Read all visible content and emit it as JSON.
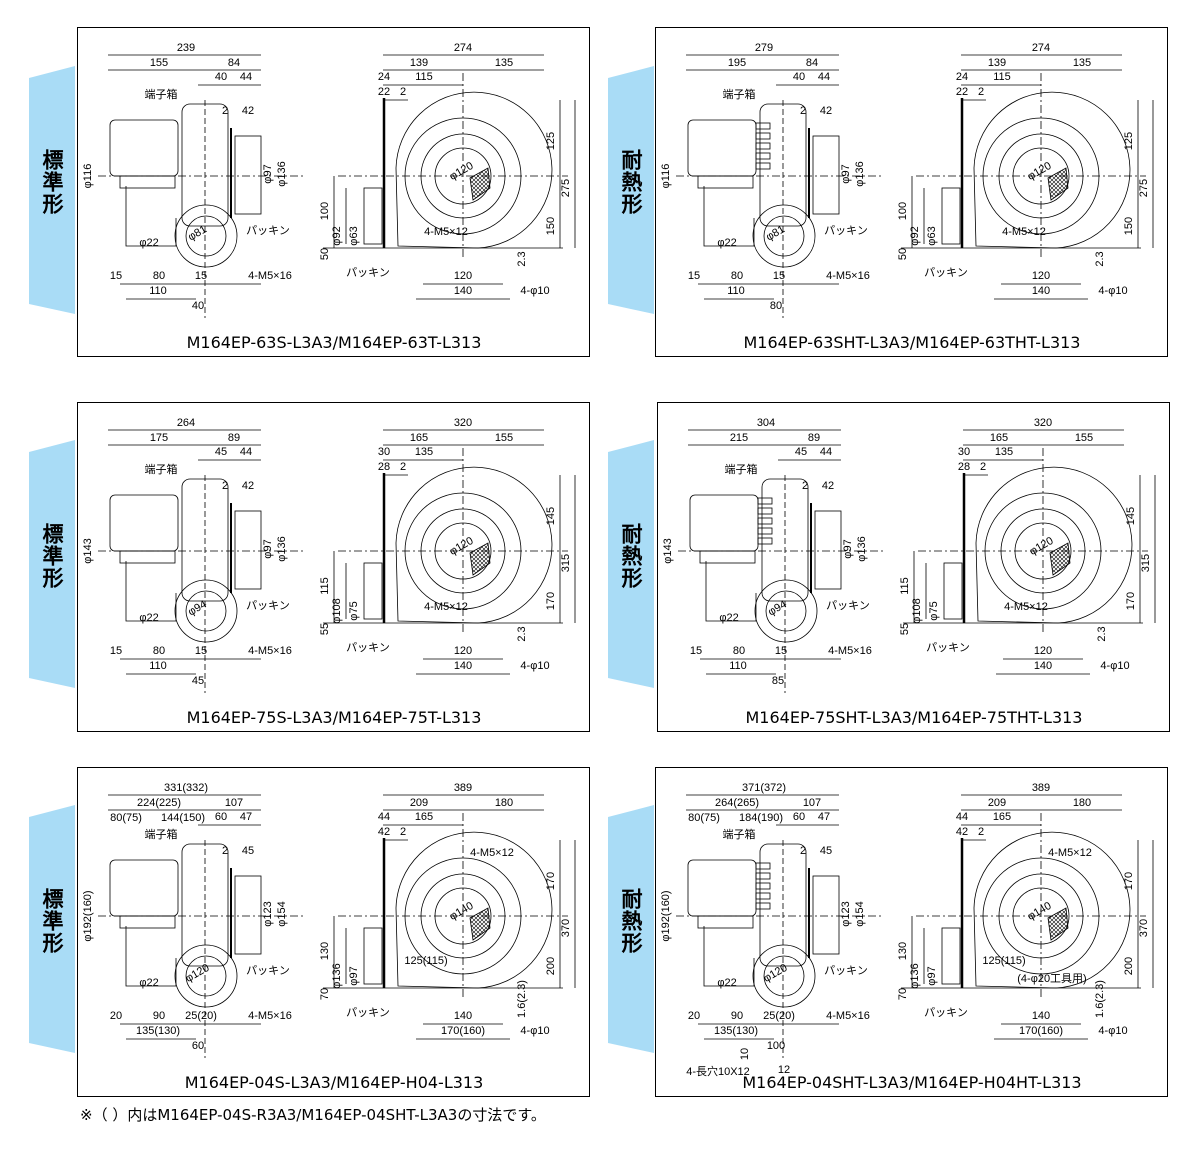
{
  "colors": {
    "tab": "#a9dcf6",
    "line": "#000000"
  },
  "panels": [
    {
      "tag": "標準形",
      "caption": "M164EP-63S-L3A3/M164EP-63T-L313",
      "side": {
        "overall": "239",
        "motor_len": "155",
        "fan_len": "84",
        "a": "40",
        "b": "44",
        "c": "2",
        "d": "42",
        "dia_motor": "φ116",
        "dia_out_in": "φ97",
        "dia_out_out": "φ136",
        "terminal_box": "端子箱",
        "dia_cable": "φ22",
        "dia_inlet": "φ81",
        "gasket": "パッキン",
        "inlet_screws": "4-M5×16",
        "foot_l": "15",
        "foot_c": "80",
        "foot_r": "15",
        "foot_total": "110",
        "inlet_offset": "40"
      },
      "front": {
        "overall": "274",
        "left": "139",
        "right": "135",
        "a": "24",
        "b": "115",
        "c": "22",
        "d": "2",
        "h_top": "125",
        "h_total": "275",
        "h_bottom": "150",
        "dia_impeller": "φ120",
        "h_outlet": "100",
        "dia_flange": "φ92",
        "dia_outlet": "φ63",
        "h_low": "50",
        "screws": "4-M5×12",
        "gasket": "パッキン",
        "foot_h": "2.3",
        "foot_in": "120",
        "foot_out": "140",
        "holes": "4-φ10"
      }
    },
    {
      "tag": "耐熱形",
      "caption": "M164EP-63SHT-L3A3/M164EP-63THT-L313",
      "side": {
        "overall": "279",
        "motor_len": "195",
        "fan_len": "84",
        "a": "40",
        "b": "44",
        "c": "2",
        "d": "42",
        "dia_motor": "φ116",
        "dia_out_in": "φ97",
        "dia_out_out": "φ136",
        "terminal_box": "端子箱",
        "dia_cable": "φ22",
        "dia_inlet": "φ81",
        "gasket": "パッキン",
        "inlet_screws": "4-M5×16",
        "foot_l": "15",
        "foot_c": "80",
        "foot_r": "15",
        "foot_total": "110",
        "inlet_offset": "80"
      },
      "front": {
        "overall": "274",
        "left": "139",
        "right": "135",
        "a": "24",
        "b": "115",
        "c": "22",
        "d": "2",
        "h_top": "125",
        "h_total": "275",
        "h_bottom": "150",
        "dia_impeller": "φ120",
        "h_outlet": "100",
        "dia_flange": "φ92",
        "dia_outlet": "φ63",
        "h_low": "50",
        "screws": "4-M5×12",
        "gasket": "パッキン",
        "foot_h": "2.3",
        "foot_in": "120",
        "foot_out": "140",
        "holes": "4-φ10"
      }
    },
    {
      "tag": "標準形",
      "caption": "M164EP-75S-L3A3/M164EP-75T-L313",
      "side": {
        "overall": "264",
        "motor_len": "175",
        "fan_len": "89",
        "a": "45",
        "b": "44",
        "c": "2",
        "d": "42",
        "dia_motor": "φ143",
        "dia_out_in": "φ97",
        "dia_out_out": "φ136",
        "terminal_box": "端子箱",
        "dia_cable": "φ22",
        "dia_inlet": "φ94",
        "gasket": "パッキン",
        "inlet_screws": "4-M5×16",
        "foot_l": "15",
        "foot_c": "80",
        "foot_r": "15",
        "foot_total": "110",
        "inlet_offset": "45"
      },
      "front": {
        "overall": "320",
        "left": "165",
        "right": "155",
        "a": "30",
        "b": "135",
        "c": "28",
        "d": "2",
        "h_top": "145",
        "h_total": "315",
        "h_bottom": "170",
        "dia_impeller": "φ120",
        "h_outlet": "115",
        "dia_flange": "φ108",
        "dia_outlet": "φ75",
        "h_low": "55",
        "screws": "4-M5×12",
        "gasket": "パッキン",
        "foot_h": "2.3",
        "foot_in": "120",
        "foot_out": "140",
        "holes": "4-φ10"
      }
    },
    {
      "tag": "耐熱形",
      "caption": "M164EP-75SHT-L3A3/M164EP-75THT-L313",
      "side": {
        "overall": "304",
        "motor_len": "215",
        "fan_len": "89",
        "a": "45",
        "b": "44",
        "c": "2",
        "d": "42",
        "dia_motor": "φ143",
        "dia_out_in": "φ97",
        "dia_out_out": "φ136",
        "terminal_box": "端子箱",
        "dia_cable": "φ22",
        "dia_inlet": "φ94",
        "gasket": "パッキン",
        "inlet_screws": "4-M5×16",
        "foot_l": "15",
        "foot_c": "80",
        "foot_r": "15",
        "foot_total": "110",
        "inlet_offset": "85"
      },
      "front": {
        "overall": "320",
        "left": "165",
        "right": "155",
        "a": "30",
        "b": "135",
        "c": "28",
        "d": "2",
        "h_top": "145",
        "h_total": "315",
        "h_bottom": "170",
        "dia_impeller": "φ120",
        "h_outlet": "115",
        "dia_flange": "φ108",
        "dia_outlet": "φ75",
        "h_low": "55",
        "screws": "4-M5×12",
        "gasket": "パッキン",
        "foot_h": "2.3",
        "foot_in": "120",
        "foot_out": "140",
        "holes": "4-φ10"
      }
    },
    {
      "tag": "標準形",
      "caption": "M164EP-04S-L3A3/M164EP-H04-L313",
      "side": {
        "overall": "331(332)",
        "motor_len": "224(225)",
        "fan_len": "107",
        "row3_left": "80(75)",
        "row3_mid": "144(150)",
        "a": "60",
        "b": "47",
        "c": "2",
        "d": "45",
        "dia_motor": "φ192(160)",
        "dia_out_in": "φ123",
        "dia_out_out": "φ154",
        "terminal_box": "端子箱",
        "dia_cable": "φ22",
        "dia_inlet": "φ120",
        "gasket": "パッキン",
        "inlet_screws": "4-M5×16",
        "foot_l": "20",
        "foot_c": "90",
        "foot_r": "25(20)",
        "foot_total": "135(130)",
        "inlet_offset": "60"
      },
      "front": {
        "overall": "389",
        "left": "209",
        "right": "180",
        "a": "44",
        "b": "165",
        "c": "42",
        "d": "2",
        "h_top": "170",
        "h_total": "370",
        "h_bottom": "200",
        "dia_impeller": "φ140",
        "h_outlet": "130",
        "dia_flange": "φ136",
        "dia_outlet": "φ97",
        "h_low": "70",
        "screws": "4-M5×12",
        "offset": "125(115)",
        "gasket": "パッキン",
        "foot_h": "1.6(2.3)",
        "foot_in": "140",
        "foot_out": "170(160)",
        "holes": "4-φ10"
      }
    },
    {
      "tag": "耐熱形",
      "caption": "M164EP-04SHT-L3A3/M164EP-H04HT-L313",
      "side": {
        "overall": "371(372)",
        "motor_len": "264(265)",
        "fan_len": "107",
        "row3_left": "80(75)",
        "row3_mid": "184(190)",
        "a": "60",
        "b": "47",
        "c": "2",
        "d": "45",
        "dia_motor": "φ192(160)",
        "dia_out_in": "φ123",
        "dia_out_out": "φ154",
        "terminal_box": "端子箱",
        "dia_cable": "φ22",
        "dia_inlet": "φ120",
        "gasket": "パッキン",
        "inlet_screws": "4-M5×16",
        "foot_l": "20",
        "foot_c": "90",
        "foot_r": "25(20)",
        "foot_total": "135(130)",
        "inlet_offset": "100",
        "slot_h": "10",
        "slot_w": "12",
        "slots": "4-長穴10X12"
      },
      "front": {
        "overall": "389",
        "left": "209",
        "right": "180",
        "a": "44",
        "b": "165",
        "c": "42",
        "d": "2",
        "h_top": "170",
        "h_total": "370",
        "h_bottom": "200",
        "dia_impeller": "φ140",
        "h_outlet": "130",
        "dia_flange": "φ136",
        "dia_outlet": "φ97",
        "h_low": "70",
        "screws": "4-M5×12",
        "offset": "125(115)",
        "tool_holes": "(4-φ20工具用)",
        "gasket": "パッキン",
        "foot_h": "1.6(2.3)",
        "foot_in": "140",
        "foot_out": "170(160)",
        "holes": "4-φ10"
      }
    }
  ],
  "footnote": "※（ ）内はM164EP-04S-R3A3/M164EP-04SHT-L3A3の寸法です。"
}
